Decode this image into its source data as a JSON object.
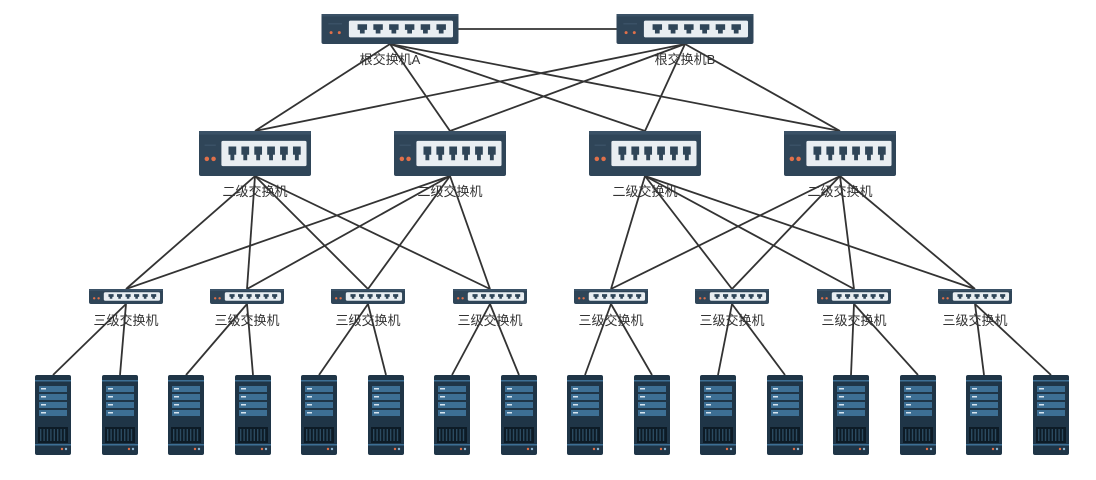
{
  "colors": {
    "device_body": "#2f4558",
    "device_top": "#3a5166",
    "panel": "#e9eef2",
    "port": "#2f4558",
    "led": "#e0704a",
    "link": "#333333",
    "server_body": "#1f3547",
    "server_bar": "#3d6f94",
    "server_grill": "#0d1b26"
  },
  "root_switches": [
    {
      "label": "根交换机A",
      "icon": "switch-icon"
    },
    {
      "label": "根交换机B",
      "icon": "switch-icon"
    }
  ],
  "level2_switches": [
    {
      "label": "二级交换机",
      "icon": "switch-icon"
    },
    {
      "label": "二级交换机",
      "icon": "switch-icon"
    },
    {
      "label": "二级交换机",
      "icon": "switch-icon"
    },
    {
      "label": "二级交换机",
      "icon": "switch-icon"
    }
  ],
  "level3_switches": [
    {
      "label": "三级交换机",
      "icon": "switch-icon"
    },
    {
      "label": "三级交换机",
      "icon": "switch-icon"
    },
    {
      "label": "三级交换机",
      "icon": "switch-icon"
    },
    {
      "label": "三级交换机",
      "icon": "switch-icon"
    },
    {
      "label": "三级交换机",
      "icon": "switch-icon"
    },
    {
      "label": "三级交换机",
      "icon": "switch-icon"
    },
    {
      "label": "三级交换机",
      "icon": "switch-icon"
    },
    {
      "label": "三级交换机",
      "icon": "switch-icon"
    }
  ],
  "servers": {
    "count": 16,
    "icon": "server-icon"
  },
  "links": {
    "root_to_root": [
      [
        0,
        1
      ]
    ],
    "root_to_level2": [
      [
        0,
        0
      ],
      [
        0,
        1
      ],
      [
        0,
        2
      ],
      [
        0,
        3
      ],
      [
        1,
        0
      ],
      [
        1,
        1
      ],
      [
        1,
        2
      ],
      [
        1,
        3
      ]
    ],
    "level2_to_level3": [
      [
        0,
        0
      ],
      [
        0,
        1
      ],
      [
        0,
        2
      ],
      [
        0,
        3
      ],
      [
        1,
        0
      ],
      [
        1,
        1
      ],
      [
        1,
        2
      ],
      [
        1,
        3
      ],
      [
        2,
        4
      ],
      [
        2,
        5
      ],
      [
        2,
        6
      ],
      [
        2,
        7
      ],
      [
        3,
        4
      ],
      [
        3,
        5
      ],
      [
        3,
        6
      ],
      [
        3,
        7
      ]
    ],
    "level3_to_server": [
      [
        0,
        0
      ],
      [
        0,
        1
      ],
      [
        1,
        2
      ],
      [
        1,
        3
      ],
      [
        2,
        4
      ],
      [
        2,
        5
      ],
      [
        3,
        6
      ],
      [
        3,
        7
      ],
      [
        4,
        8
      ],
      [
        4,
        9
      ],
      [
        5,
        10
      ],
      [
        5,
        11
      ],
      [
        6,
        12
      ],
      [
        6,
        13
      ],
      [
        7,
        14
      ],
      [
        7,
        15
      ]
    ]
  }
}
